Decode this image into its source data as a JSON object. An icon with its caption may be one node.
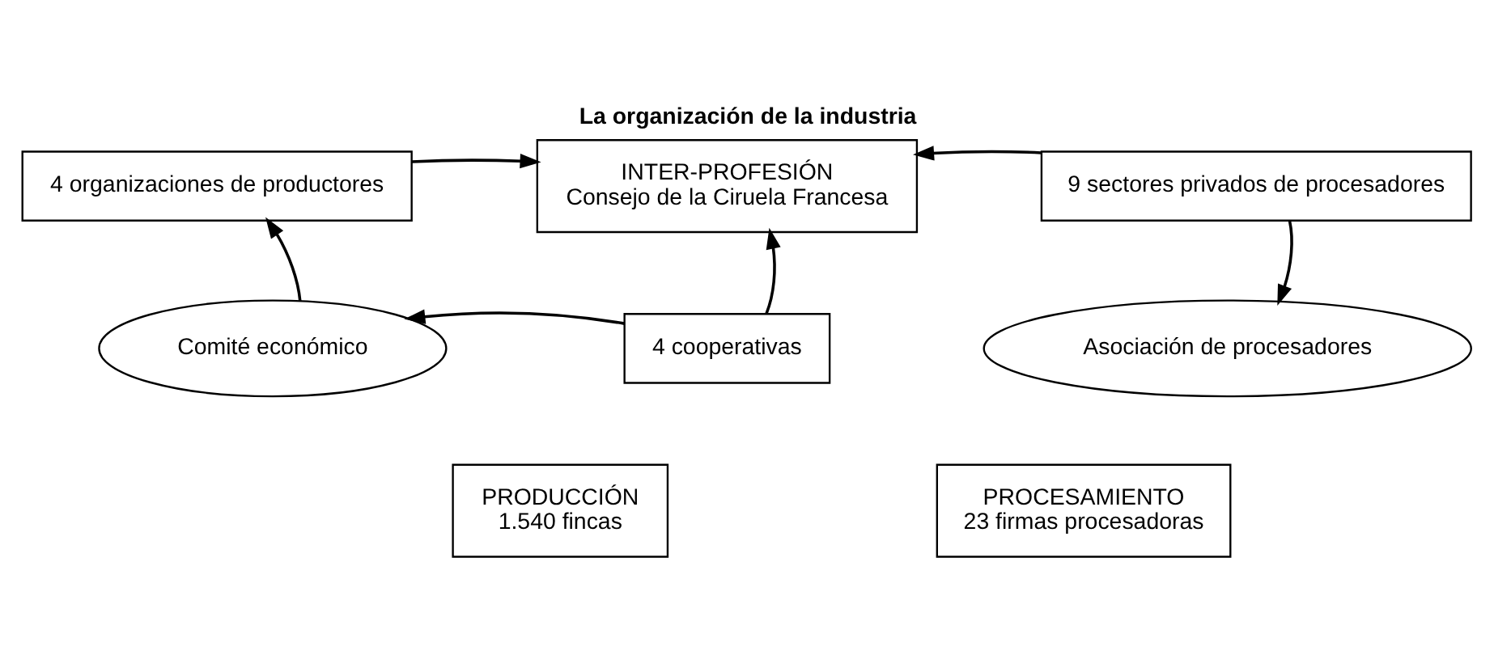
{
  "diagram": {
    "title": "La organización de la industria",
    "nodes": [
      {
        "text": [
          "4 organizaciones de productores"
        ]
      },
      {
        "text": [
          "INTER-PROFESIÓN",
          "Consejo de la Ciruela Francesa"
        ]
      },
      {
        "text": [
          "9 sectores privados de procesadores"
        ]
      },
      {
        "text": [
          "Comité económico"
        ]
      },
      {
        "text": [
          "4 cooperativas"
        ]
      },
      {
        "text": [
          "Asociación de procesadores"
        ]
      },
      {
        "text": [
          "PRODUCCIÓN",
          "1.540 fincas"
        ]
      },
      {
        "text": [
          "PROCESAMIENTO",
          "23 firmas procesadoras"
        ]
      }
    ],
    "edges": [
      {
        "from": 0,
        "to": 1,
        "arrow": "to"
      },
      {
        "from": 2,
        "to": 1,
        "arrow": "to"
      },
      {
        "from": 3,
        "to": 0,
        "arrow": "to"
      },
      {
        "from": 4,
        "to": 1,
        "arrow": "to"
      },
      {
        "from": 4,
        "to": 3,
        "arrow": "to"
      },
      {
        "from": 2,
        "to": 5,
        "arrow": "to"
      }
    ]
  }
}
